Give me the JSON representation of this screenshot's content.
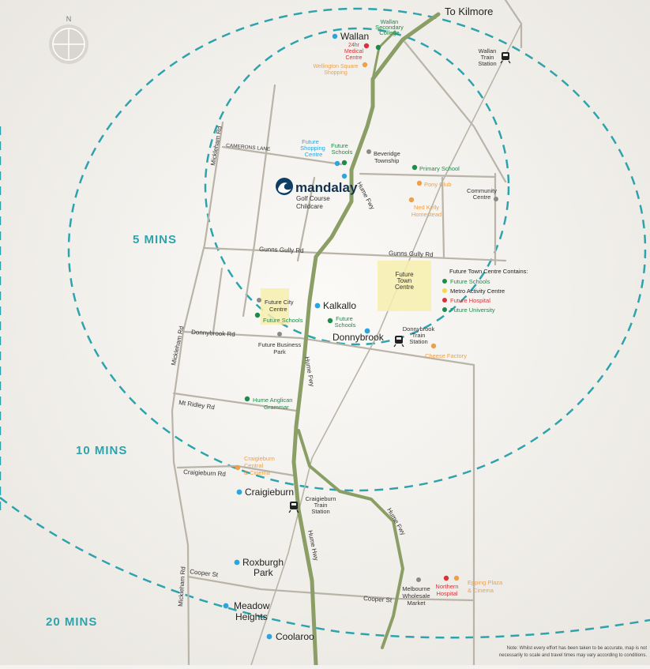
{
  "colors": {
    "ring": "#2ea3ad",
    "road": "#bab4a8",
    "freeway": "#8a9e66",
    "freeway_core": "#748a52",
    "land": "#f4f2ee",
    "zone": "#f7efad",
    "blue": "#2aa5dd",
    "green": "#1f8a4c",
    "orange": "#eda04c",
    "red": "#d8333a",
    "grey": "#8a8a8a",
    "yellow": "#f3d94a"
  },
  "compass": {
    "north": "N",
    "icon": "compass-rose-icon"
  },
  "destination": "To Kilmore",
  "ring_labels": {
    "five": "5 MINS",
    "ten": "10 MINS",
    "twenty": "20 MINS"
  },
  "brand": {
    "name": "mandalay",
    "logo_icon": "wave-logo-icon",
    "line1": "Golf Course",
    "line2": "Childcare"
  },
  "towns": {
    "wallan": "Wallan",
    "kalkallo": "Kalkallo",
    "donnybrook": "Donnybrook",
    "craigieburn": "Craigieburn",
    "roxburgh_1": "Roxburgh",
    "roxburgh_2": "Park",
    "meadow_1": "Meadow",
    "meadow_2": "Heights",
    "coolaroo": "Coolaroo"
  },
  "pois": {
    "wallan_college_1": "Wallan",
    "wallan_college_2": "Secondary",
    "wallan_college_3": "College",
    "medical_1": "24hr",
    "medical_2": "Medical",
    "medical_3": "Centre",
    "wellington_1": "Wellington Square",
    "wellington_2": "Shopping",
    "shopping_1": "Future",
    "shopping_2": "Shopping",
    "shopping_3": "Centre",
    "fschools_n_1": "Future",
    "fschools_n_2": "Schools",
    "beveridge_1": "Beveridge",
    "beveridge_2": "Township",
    "primary": "Primary School",
    "pony": "Pony Club",
    "community_1": "Community",
    "community_2": "Centre",
    "nedkelly_1": "Ned Kelly",
    "nedkelly_2": "Homestead",
    "city_1": "Future City",
    "city_2": "Centre",
    "fschools_w": "Future Schools",
    "business_1": "Future Business",
    "business_2": "Park",
    "fschools_c_1": "Future",
    "fschools_c_2": "Schools",
    "town_centre_1": "Future",
    "town_centre_2": "Town",
    "town_centre_3": "Centre",
    "cheese": "Cheese Factory",
    "hume_anglican_1": "Hume Anglican",
    "hume_anglican_2": "Grammar",
    "craigieburn_central_1": "Craigieburn",
    "craigieburn_central_2": "Central",
    "craigieburn_central_3": "& Cinema",
    "market_1": "Melbourne",
    "market_2": "Wholesale",
    "market_3": "Market",
    "hospital_1": "Northern",
    "hospital_2": "Hospital",
    "epping_1": "Epping Plaza",
    "epping_2": "& Cinema"
  },
  "legend": {
    "title": "Future Town Centre Contains:",
    "items": [
      {
        "label": "Future Schools",
        "color": "#1f8a4c"
      },
      {
        "label": "Metro Activity Centre",
        "color": "#f3d94a"
      },
      {
        "label": "Future Hospital",
        "color": "#d8333a"
      },
      {
        "label": "Future University",
        "color": "#1f8a4c"
      }
    ]
  },
  "stations": {
    "wallan_1": "Wallan",
    "wallan_2": "Train",
    "wallan_3": "Station",
    "donnybrook_1": "Donnybrook",
    "donnybrook_2": "Train",
    "donnybrook_3": "Station",
    "craigieburn_1": "Craigieburn",
    "craigieburn_2": "Train",
    "craigieburn_3": "Station",
    "icon": "train-icon"
  },
  "roads": {
    "camerons": "CAMERONS LANE",
    "mickleham_top": "Mickleham Rd",
    "mickleham_mid": "Mickleham Rd",
    "mickleham_bot": "Mickleham Rd",
    "gunns_1": "Gunns Gully Rd",
    "gunns_2": "Gunns Gully Rd",
    "donnybrook_rd": "Donnybrook Rd",
    "mt_ridley": "Mt Ridley Rd",
    "craigieburn_rd": "Craigieburn Rd",
    "cooper_1": "Cooper St",
    "cooper_2": "Cooper St",
    "hume_fwy_1": "Hume Fwy",
    "hume_fwy_2": "Hume Fwy",
    "hume_fwy_3": "Hume Fwy",
    "hume_hwy": "Hume Hwy"
  },
  "note": {
    "line1": "Note: Whilst every effort has been taken to be accurate, map is not",
    "line2": "necessarily to scale and travel times may vary according to conditions."
  }
}
